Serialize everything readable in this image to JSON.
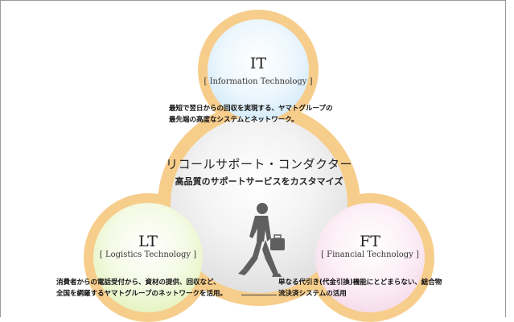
{
  "center": {
    "title": "リコールサポート・コンダクター",
    "subtitle": "高品質のサポートサービスをカスタマイズ"
  },
  "it": {
    "abbr": "IT",
    "full": "[ Information Technology ]",
    "desc_line1": "最短で翌日からの回収を実現する、ヤマトグループの",
    "desc_line2": "最先端の高度なシステムとネットワーク。"
  },
  "lt": {
    "abbr": "LT",
    "full": "[ Logistics Technology ]",
    "desc_line1": "消費者からの電話受付から、資材の提供、回収など、",
    "desc_line2": "全国を網羅するヤマトグループのネットワークを活用。"
  },
  "ft": {
    "abbr": "FT",
    "full": "[ Financial Technology ]",
    "desc_line1": "単なる代引き(代金引換)機能にとどまらない、総合物",
    "desc_line2": "流決済システムの活用"
  },
  "colors": {
    "ring": "#f7cd8c",
    "it": "#c3e4f7",
    "lt": "#dcefa8",
    "ft": "#f1cfe2",
    "center": "#d4d4d4"
  },
  "icons": {
    "figure": "businessman-walking-with-briefcase-icon"
  }
}
